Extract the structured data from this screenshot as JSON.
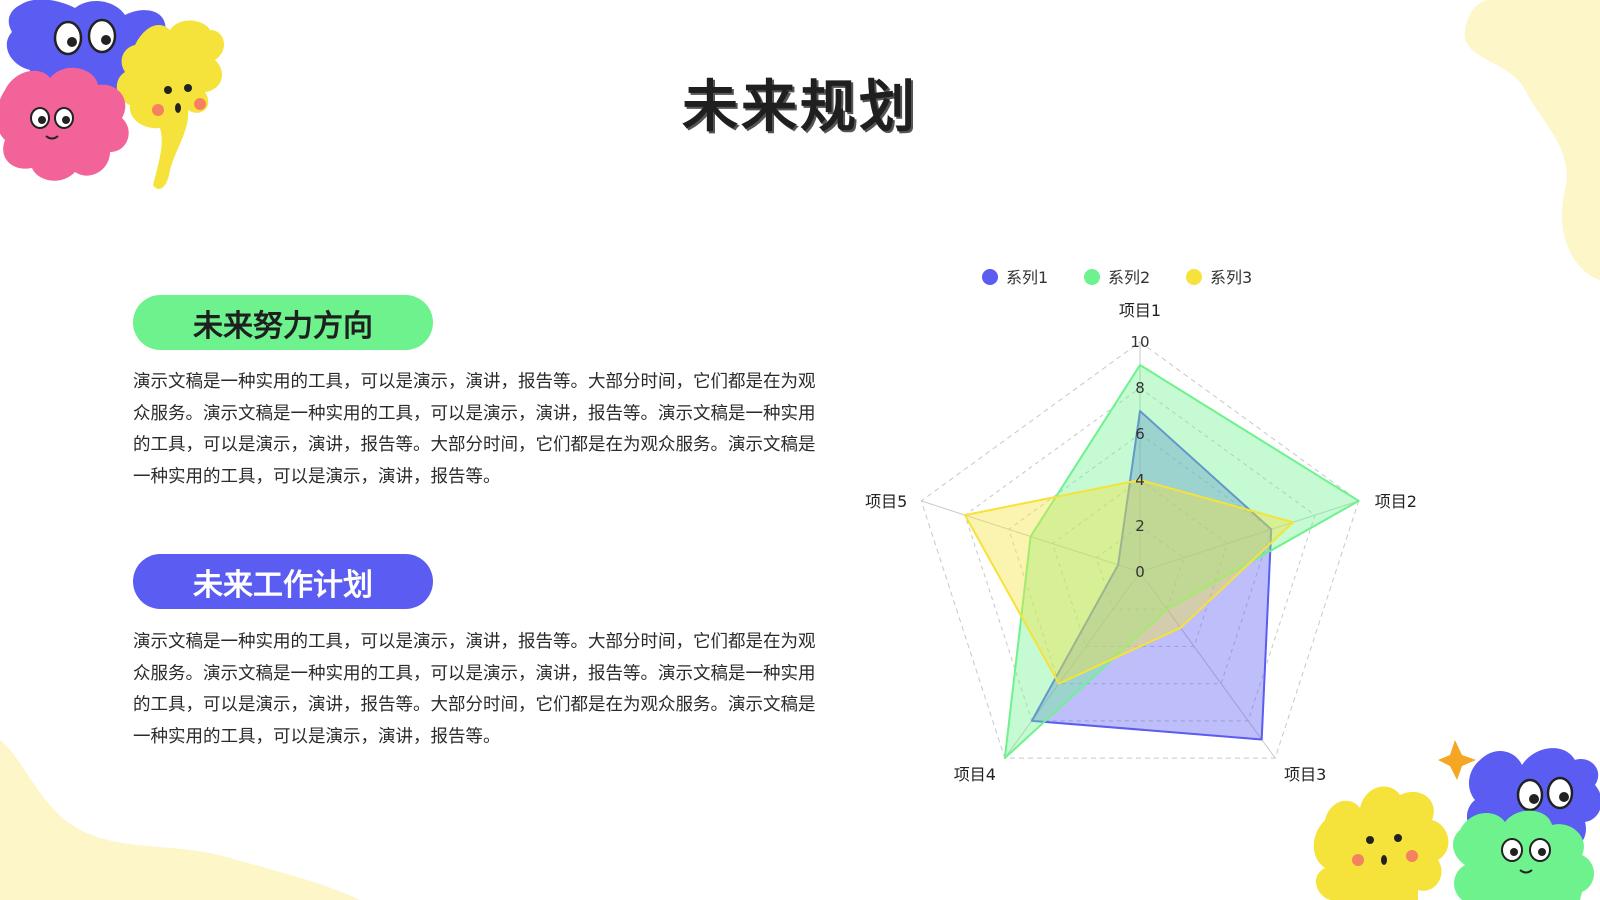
{
  "title": "未来规划",
  "sections": [
    {
      "heading": "未来努力方向",
      "body": "演示文稿是一种实用的工具，可以是演示，演讲，报告等。大部分时间，它们都是在为观众服务。演示文稿是一种实用的工具，可以是演示，演讲，报告等。演示文稿是一种实用的工具，可以是演示，演讲，报告等。大部分时间，它们都是在为观众服务。演示文稿是一种实用的工具，可以是演示，演讲，报告等。"
    },
    {
      "heading": "未来工作计划",
      "body": "演示文稿是一种实用的工具，可以是演示，演讲，报告等。大部分时间，它们都是在为观众服务。演示文稿是一种实用的工具，可以是演示，演讲，报告等。演示文稿是一种实用的工具，可以是演示，演讲，报告等。大部分时间，它们都是在为观众服务。演示文稿是一种实用的工具，可以是演示，演讲，报告等。"
    }
  ],
  "colors": {
    "green": "#6ef28e",
    "blue": "#5a5cf2",
    "yellow": "#f5e23a",
    "pink": "#f2639a",
    "cream": "#fdf6c8"
  },
  "chart_data": {
    "type": "radar",
    "categories": [
      "项目1",
      "项目2",
      "项目3",
      "项目4",
      "项目5"
    ],
    "ticks": [
      "0",
      "2",
      "4",
      "6",
      "8",
      "10"
    ],
    "range": [
      0,
      10
    ],
    "grid": true,
    "legend_position": "top",
    "series": [
      {
        "name": "系列1",
        "color": "#5a5cf2",
        "values": [
          7,
          6,
          9,
          8,
          1
        ]
      },
      {
        "name": "系列2",
        "color": "#6ef28e",
        "values": [
          9,
          10,
          2,
          10,
          5
        ]
      },
      {
        "name": "系列3",
        "color": "#f5e23a",
        "values": [
          4,
          7,
          3,
          6,
          8
        ]
      }
    ]
  }
}
